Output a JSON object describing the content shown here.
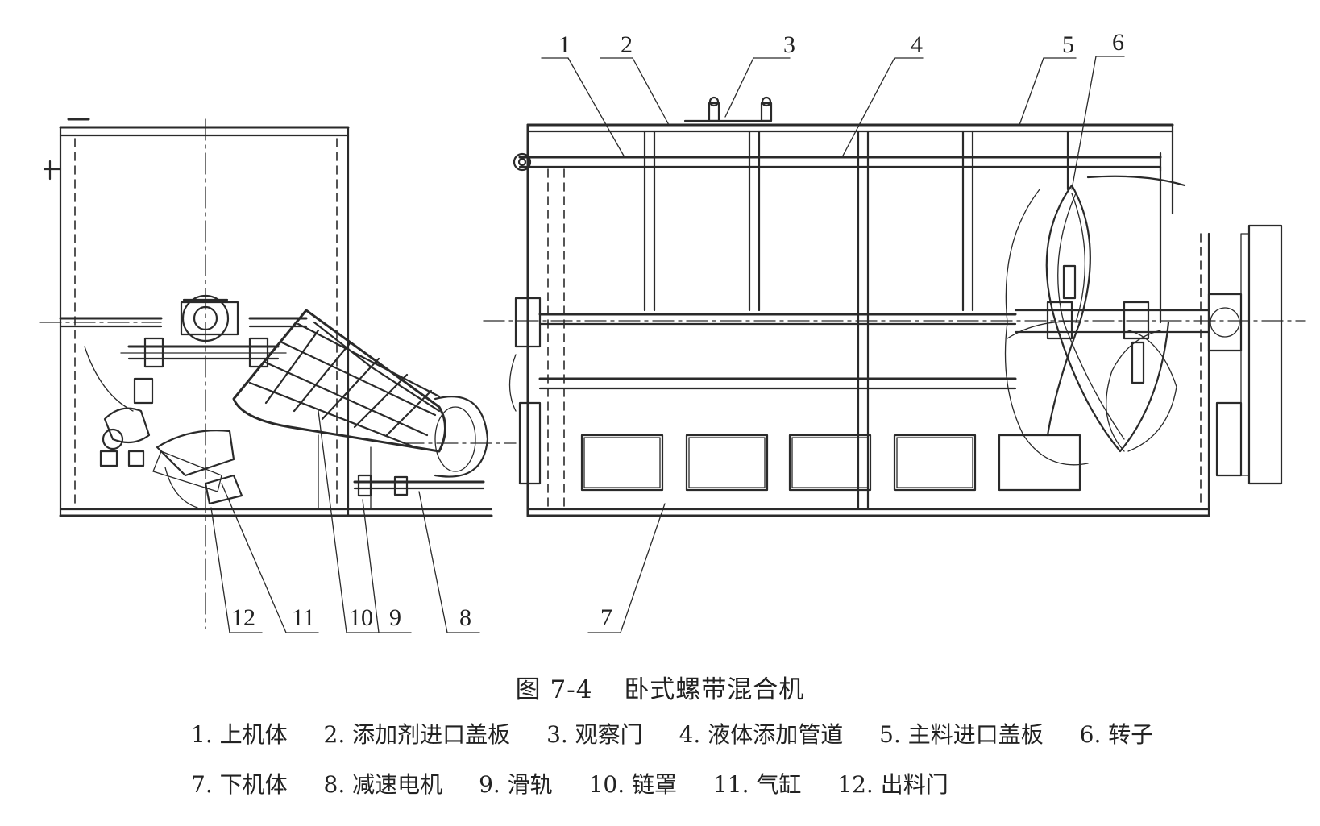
{
  "figure": {
    "number": "图 7-4",
    "title": "卧式螺带混合机"
  },
  "callouts": [
    "1",
    "2",
    "3",
    "4",
    "5",
    "6",
    "7",
    "8",
    "9",
    "10",
    "11",
    "12"
  ],
  "legend": {
    "row1": [
      "1. 上机体",
      "2. 添加剂进口盖板",
      "3. 观察门",
      "4. 液体添加管道",
      "5. 主料进口盖板",
      "6. 转子"
    ],
    "row2": [
      "7. 下机体",
      "8. 减速电机",
      "9. 滑轨",
      "10. 链罩",
      "11. 气缸",
      "12. 出料门"
    ]
  }
}
